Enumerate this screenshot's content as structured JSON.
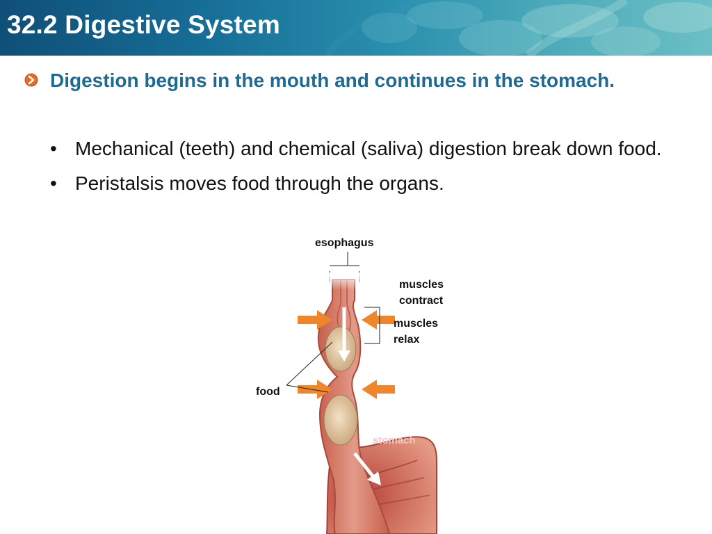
{
  "slide": {
    "title": "32.2 Digestive System",
    "heading": "Digestion begins in the mouth and continues in the stomach.",
    "bullets": [
      {
        "text": "Mechanical (teeth) and chemical (saliva) digestion break down food."
      },
      {
        "text": "Peristalsis moves food through the organs."
      }
    ]
  },
  "figure": {
    "labels": {
      "esophagus": "esophagus",
      "muscles_contract": "muscles contract",
      "muscles_relax": "muscles relax",
      "food": "food",
      "stomach": "stomach"
    }
  },
  "colors": {
    "title_text": "#ffffff",
    "heading_text": "#1f6a93",
    "body_text": "#111111",
    "arrow_orange": "#f0862c",
    "tissue": "#d97a68"
  }
}
